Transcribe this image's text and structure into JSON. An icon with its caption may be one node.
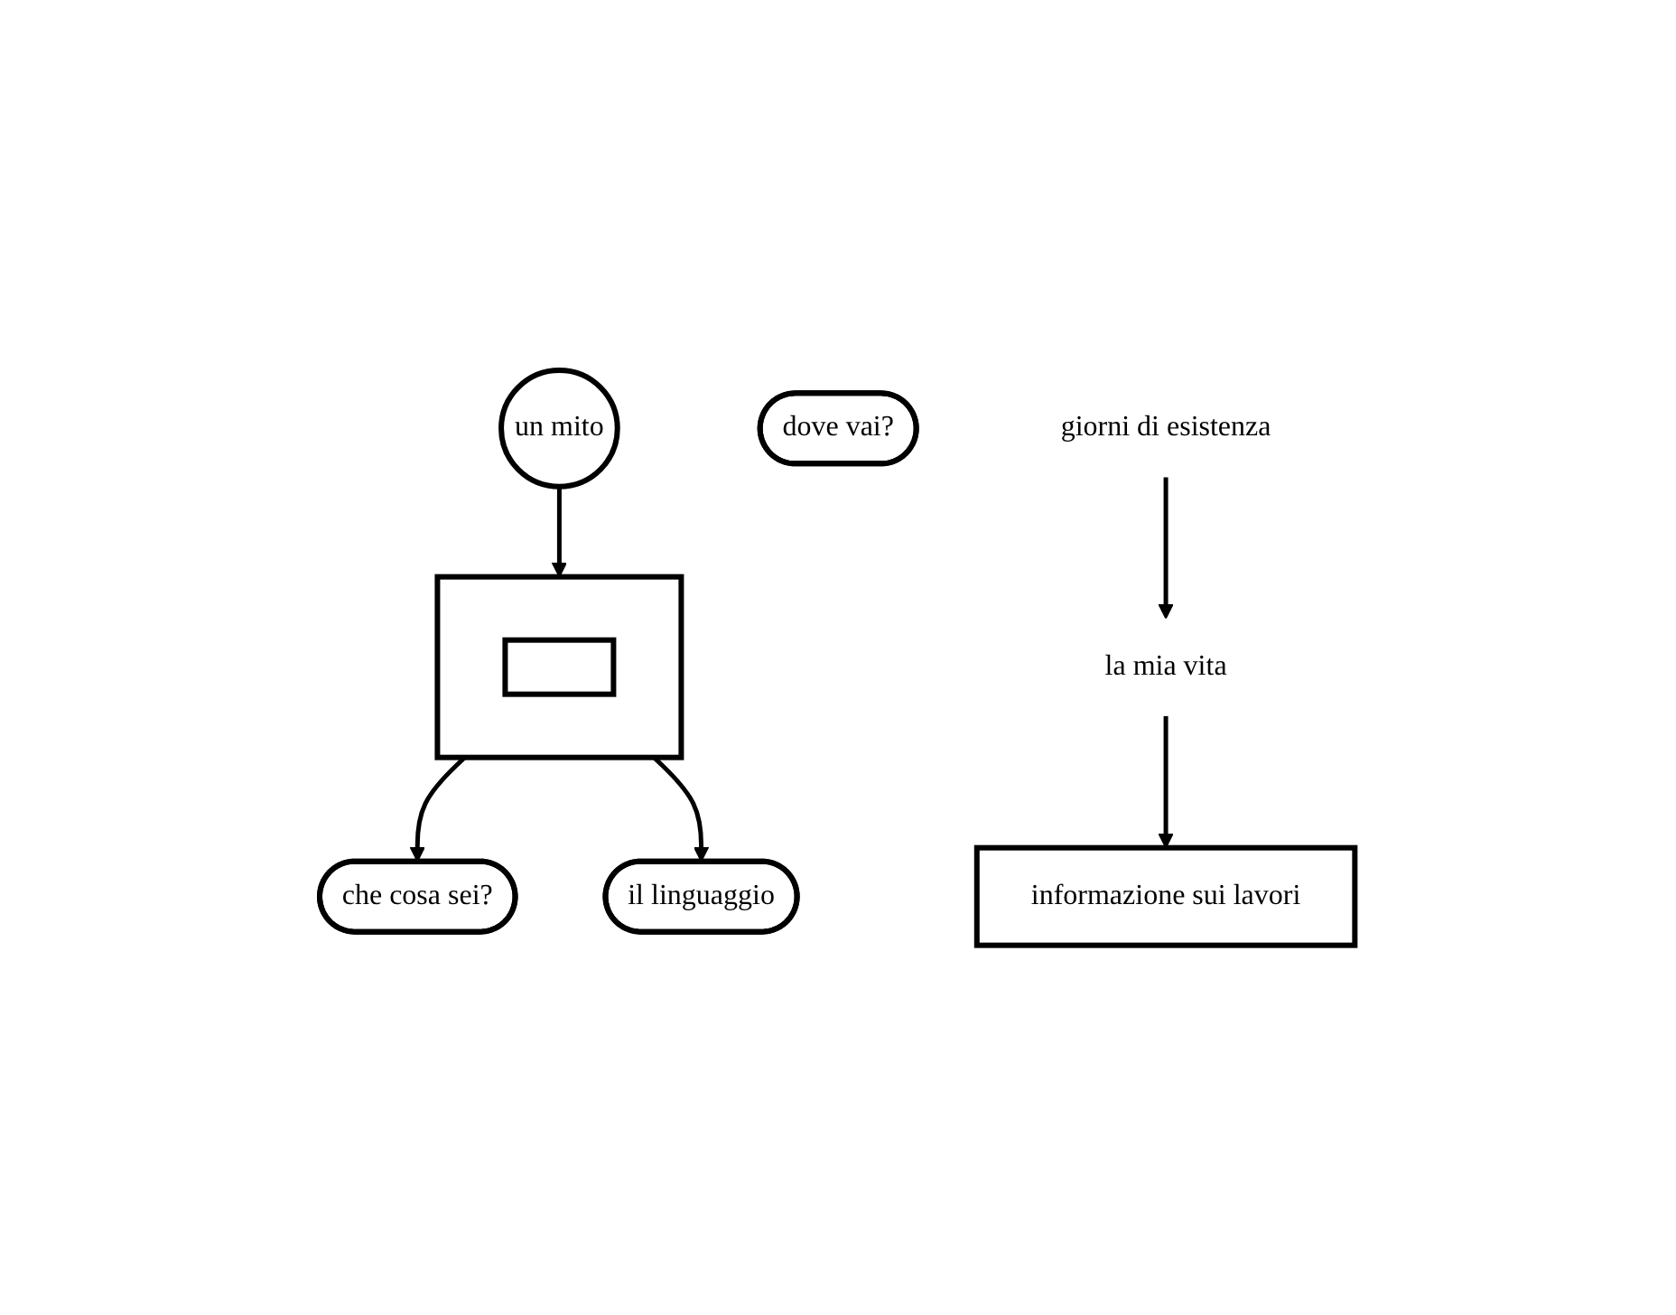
{
  "diagram": {
    "nodes": [
      {
        "text": [
          "un mito"
        ]
      },
      {
        "text": [],
        "shape": "box"
      },
      {
        "text": [],
        "shape": "box",
        "in": 1
      },
      {
        "text": [
          "che cosa sei?"
        ]
      },
      {
        "text": [
          "dove vai?"
        ]
      },
      {
        "text": [
          "il linguaggio"
        ]
      },
      {
        "text": [
          "giorni di esistenza"
        ]
      },
      {
        "text": [
          "la mia vita"
        ]
      },
      {
        "text": [
          "informazione sui lavori"
        ]
      }
    ],
    "edges": [
      {
        "from": 0,
        "to": 1,
        "arrow": "to"
      },
      {
        "from": 1,
        "to": 3,
        "arrow": "to"
      },
      {
        "from": 1,
        "to": 5,
        "arrow": "to"
      },
      {
        "from": 6,
        "to": 7,
        "arrow": "to"
      },
      {
        "from": 7,
        "to": 8,
        "arrow": "to"
      }
    ]
  }
}
